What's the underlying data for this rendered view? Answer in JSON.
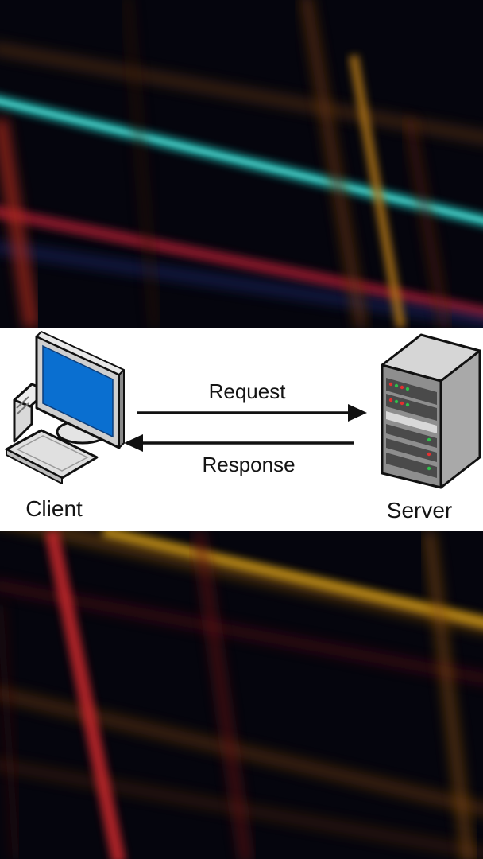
{
  "diagram": {
    "client_label": "Client",
    "server_label": "Server",
    "request_label": "Request",
    "response_label": "Response"
  },
  "colors": {
    "screen_blue": "#0a6fd0",
    "background": "#05050d",
    "panel": "#ffffff"
  }
}
